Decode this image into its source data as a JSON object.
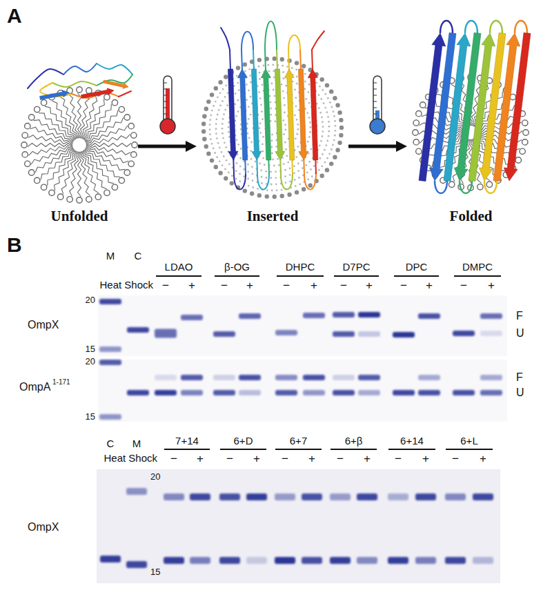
{
  "diagram": {
    "nodes": [
      {
        "text": [
          "Unfolded"
        ]
      },
      {
        "text": [
          "Inserted"
        ]
      },
      {
        "text": [
          "Folded"
        ]
      }
    ],
    "edges": [
      {
        "from": 0,
        "to": 1,
        "arrow": "to"
      },
      {
        "from": 1,
        "to": 2,
        "arrow": "to"
      }
    ],
    "labels": [
      "A",
      "B",
      "M",
      "C",
      "LDAO",
      "β-OG",
      "DHPC",
      "D7PC",
      "DPC",
      "DMPC",
      "Heat Shock",
      "−",
      "+",
      "−",
      "+",
      "−",
      "+",
      "−",
      "+",
      "−",
      "+",
      "−",
      "+",
      "20",
      "OmpX",
      "15",
      "F",
      "U",
      "20",
      "OmpA",
      "1-171",
      "15",
      "F",
      "U",
      "C",
      "M",
      "7+14",
      "6+D",
      "6+7",
      "6+β",
      "6+14",
      "6+L",
      "Heat Shock",
      "−",
      "+",
      "−",
      "+",
      "−",
      "+",
      "−",
      "+",
      "−",
      "+",
      "−",
      "+",
      "20",
      "OmpX",
      "15"
    ]
  }
}
